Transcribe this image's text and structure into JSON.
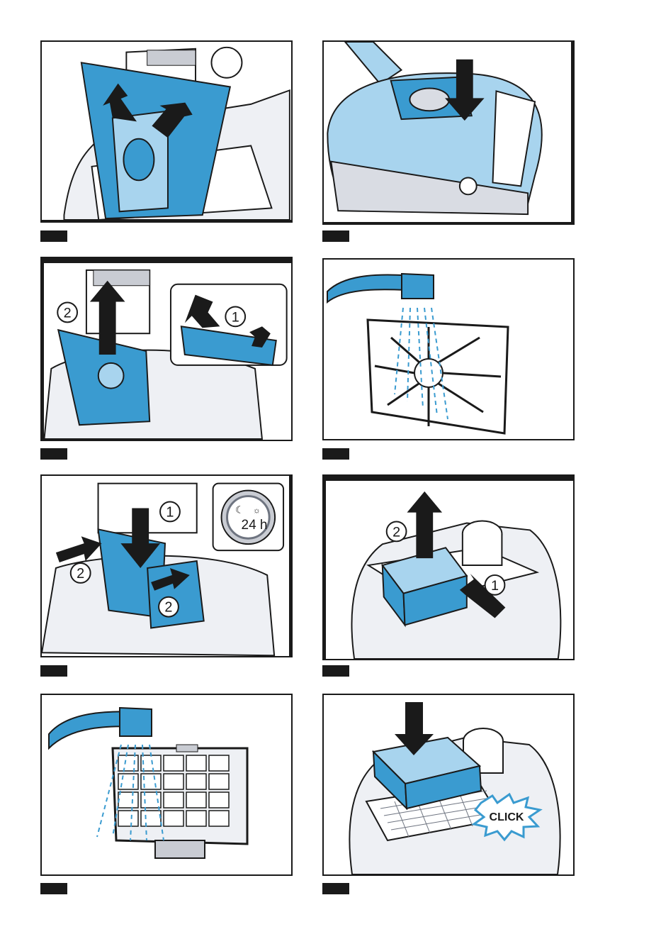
{
  "colors": {
    "accent_blue": "#3a9bd0",
    "light_blue": "#a8d4ee",
    "outline": "#1a1a1a",
    "gray_light": "#d9dce3",
    "white": "#ffffff"
  },
  "panels": [
    {
      "id": "panel-1",
      "label": ""
    },
    {
      "id": "panel-2",
      "label": ""
    },
    {
      "id": "panel-3",
      "callouts": [
        "2",
        "1"
      ]
    },
    {
      "id": "panel-4",
      "label": ""
    },
    {
      "id": "panel-5",
      "callouts": [
        "1",
        "2",
        "2"
      ],
      "timer_text": "24 h"
    },
    {
      "id": "panel-6",
      "callouts": [
        "2",
        "1"
      ]
    },
    {
      "id": "panel-7",
      "label": ""
    },
    {
      "id": "panel-8",
      "click_text": "CLICK"
    }
  ]
}
